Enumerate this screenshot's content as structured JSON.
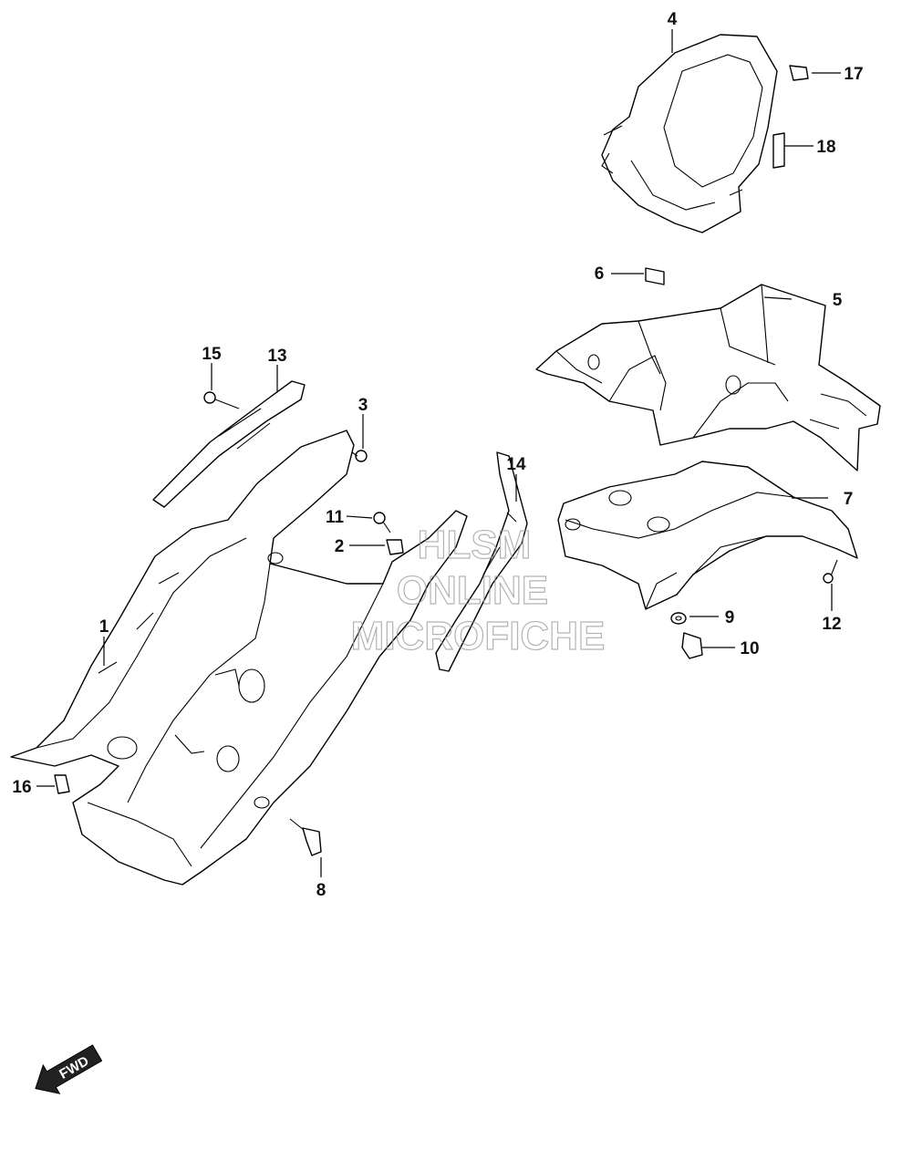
{
  "callouts": [
    {
      "id": "1",
      "label": "1"
    },
    {
      "id": "2",
      "label": "2"
    },
    {
      "id": "3",
      "label": "3"
    },
    {
      "id": "4",
      "label": "4"
    },
    {
      "id": "5",
      "label": "5"
    },
    {
      "id": "6",
      "label": "6"
    },
    {
      "id": "7",
      "label": "7"
    },
    {
      "id": "8",
      "label": "8"
    },
    {
      "id": "9",
      "label": "9"
    },
    {
      "id": "10",
      "label": "10"
    },
    {
      "id": "11",
      "label": "11"
    },
    {
      "id": "12",
      "label": "12"
    },
    {
      "id": "13",
      "label": "13"
    },
    {
      "id": "14",
      "label": "14"
    },
    {
      "id": "15",
      "label": "15"
    },
    {
      "id": "16",
      "label": "16"
    },
    {
      "id": "17",
      "label": "17"
    },
    {
      "id": "18",
      "label": "18"
    }
  ],
  "watermark": {
    "line1": "HLSM",
    "line2": "ONLINE",
    "line3": "MICROFICHE"
  },
  "direction_badge": {
    "label": "FWD",
    "icon": "arrow-left-down-icon"
  }
}
